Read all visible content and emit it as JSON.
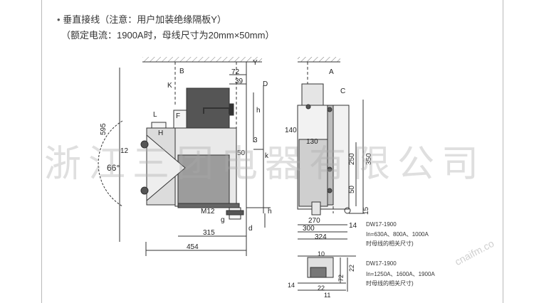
{
  "header": {
    "bullet": "•",
    "line1": "垂直接线（注意：用户加装绝缘隔板Y）",
    "line2": "（额定电流：1900A时，母线尺寸为20mm×50mm）"
  },
  "watermark": "浙江三团电器有限公司",
  "corner_watermark": "cnaifm.co",
  "side_view": {
    "letters": {
      "K": "K",
      "B": "B",
      "Y": "Y",
      "L": "L",
      "F": "F",
      "H": "H",
      "D": "D",
      "h": "h",
      "k": "k",
      "d": "d",
      "g": "g",
      "h2": "h"
    },
    "dims": {
      "d72": "72",
      "d39": "39",
      "d595": "595",
      "d3": "3",
      "d50": "50",
      "d315": "315",
      "d454": "454",
      "m12": "M12",
      "d12": "12",
      "d66": "66°"
    }
  },
  "front_view": {
    "letters": {
      "A": "A",
      "C": "C"
    },
    "dims": {
      "d140": "140",
      "d130": "130",
      "d250": "250",
      "d350": "350",
      "d50": "50",
      "d15": "15",
      "d270": "270",
      "d300": "300",
      "d324": "324",
      "d14": "14"
    }
  },
  "note1": {
    "model": "DW17-1900",
    "line1": "In=630A、800A、1000A",
    "line2": "时母线的相关尺寸)"
  },
  "detail": {
    "d10": "10",
    "d72": "72",
    "d22": "22",
    "d22b": "22",
    "d14": "14",
    "d11": "11"
  },
  "note2": {
    "model": "DW17-1900",
    "line1": "In=1250A、1600A、1900A",
    "line2": "时母线的相关尺寸)"
  }
}
